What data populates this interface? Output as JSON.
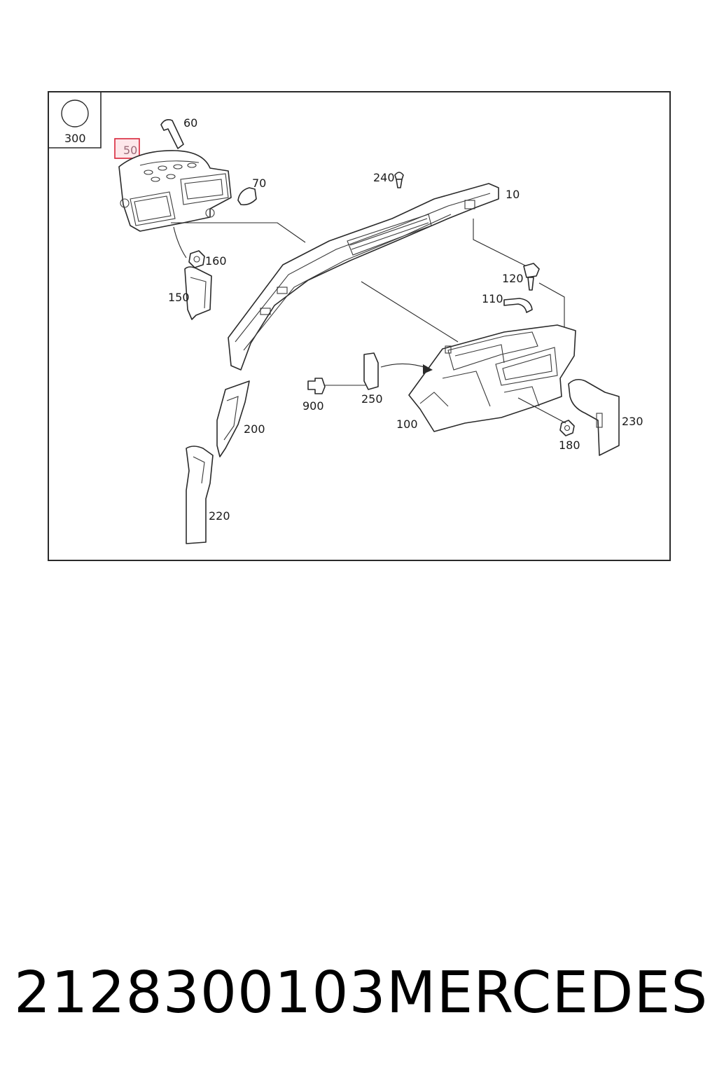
{
  "diagram": {
    "legend_box_label": "300",
    "highlighted_part": "50",
    "parts": {
      "p10": "10",
      "p60": "60",
      "p70": "70",
      "p100": "100",
      "p110": "110",
      "p120": "120",
      "p150": "150",
      "p160": "160",
      "p180": "180",
      "p200": "200",
      "p220": "220",
      "p230": "230",
      "p240": "240",
      "p250": "250",
      "p900": "900"
    },
    "colors": {
      "highlight_border": "#d8263a",
      "highlight_fill": "#fde7ea",
      "line": "#2a2a2a"
    }
  },
  "caption": {
    "part_number": "2128300103",
    "brand": "MERCEDES"
  }
}
